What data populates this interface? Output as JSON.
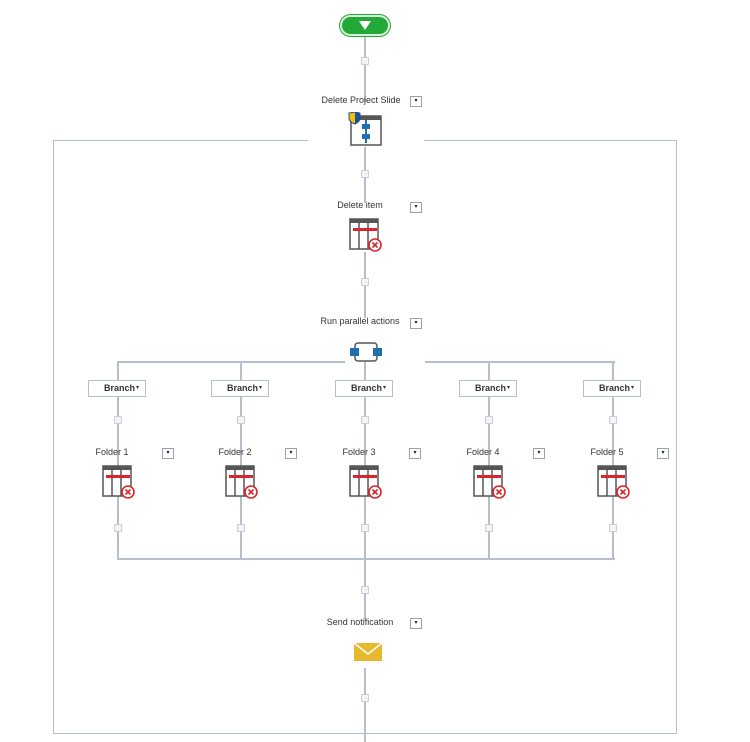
{
  "workflow": {
    "actions": {
      "delete_project_slide": "Delete Project Slide",
      "delete_item": "Delete item",
      "run_parallel_actions": "Run parallel actions",
      "send_notification": "Send notification"
    },
    "branches": [
      {
        "button": "Branch",
        "folder": "Folder 1"
      },
      {
        "button": "Branch",
        "folder": "Folder 2"
      },
      {
        "button": "Branch",
        "folder": "Folder 3"
      },
      {
        "button": "Branch",
        "folder": "Folder 4"
      },
      {
        "button": "Branch",
        "folder": "Folder 5"
      }
    ],
    "dropdown_glyph": "▾",
    "colors": {
      "start": "#23a83a",
      "connector_line": "#b5bfcc",
      "delete_red": "#d9262c",
      "envelope": "#e8b82e",
      "node_blue": "#1f6fb3"
    },
    "icons": {
      "start": "play-down-icon",
      "delete_project_slide": "workflow-shield-icon",
      "delete_item": "list-delete-icon",
      "parallel": "parallel-actions-icon",
      "send_notification": "envelope-icon"
    }
  }
}
